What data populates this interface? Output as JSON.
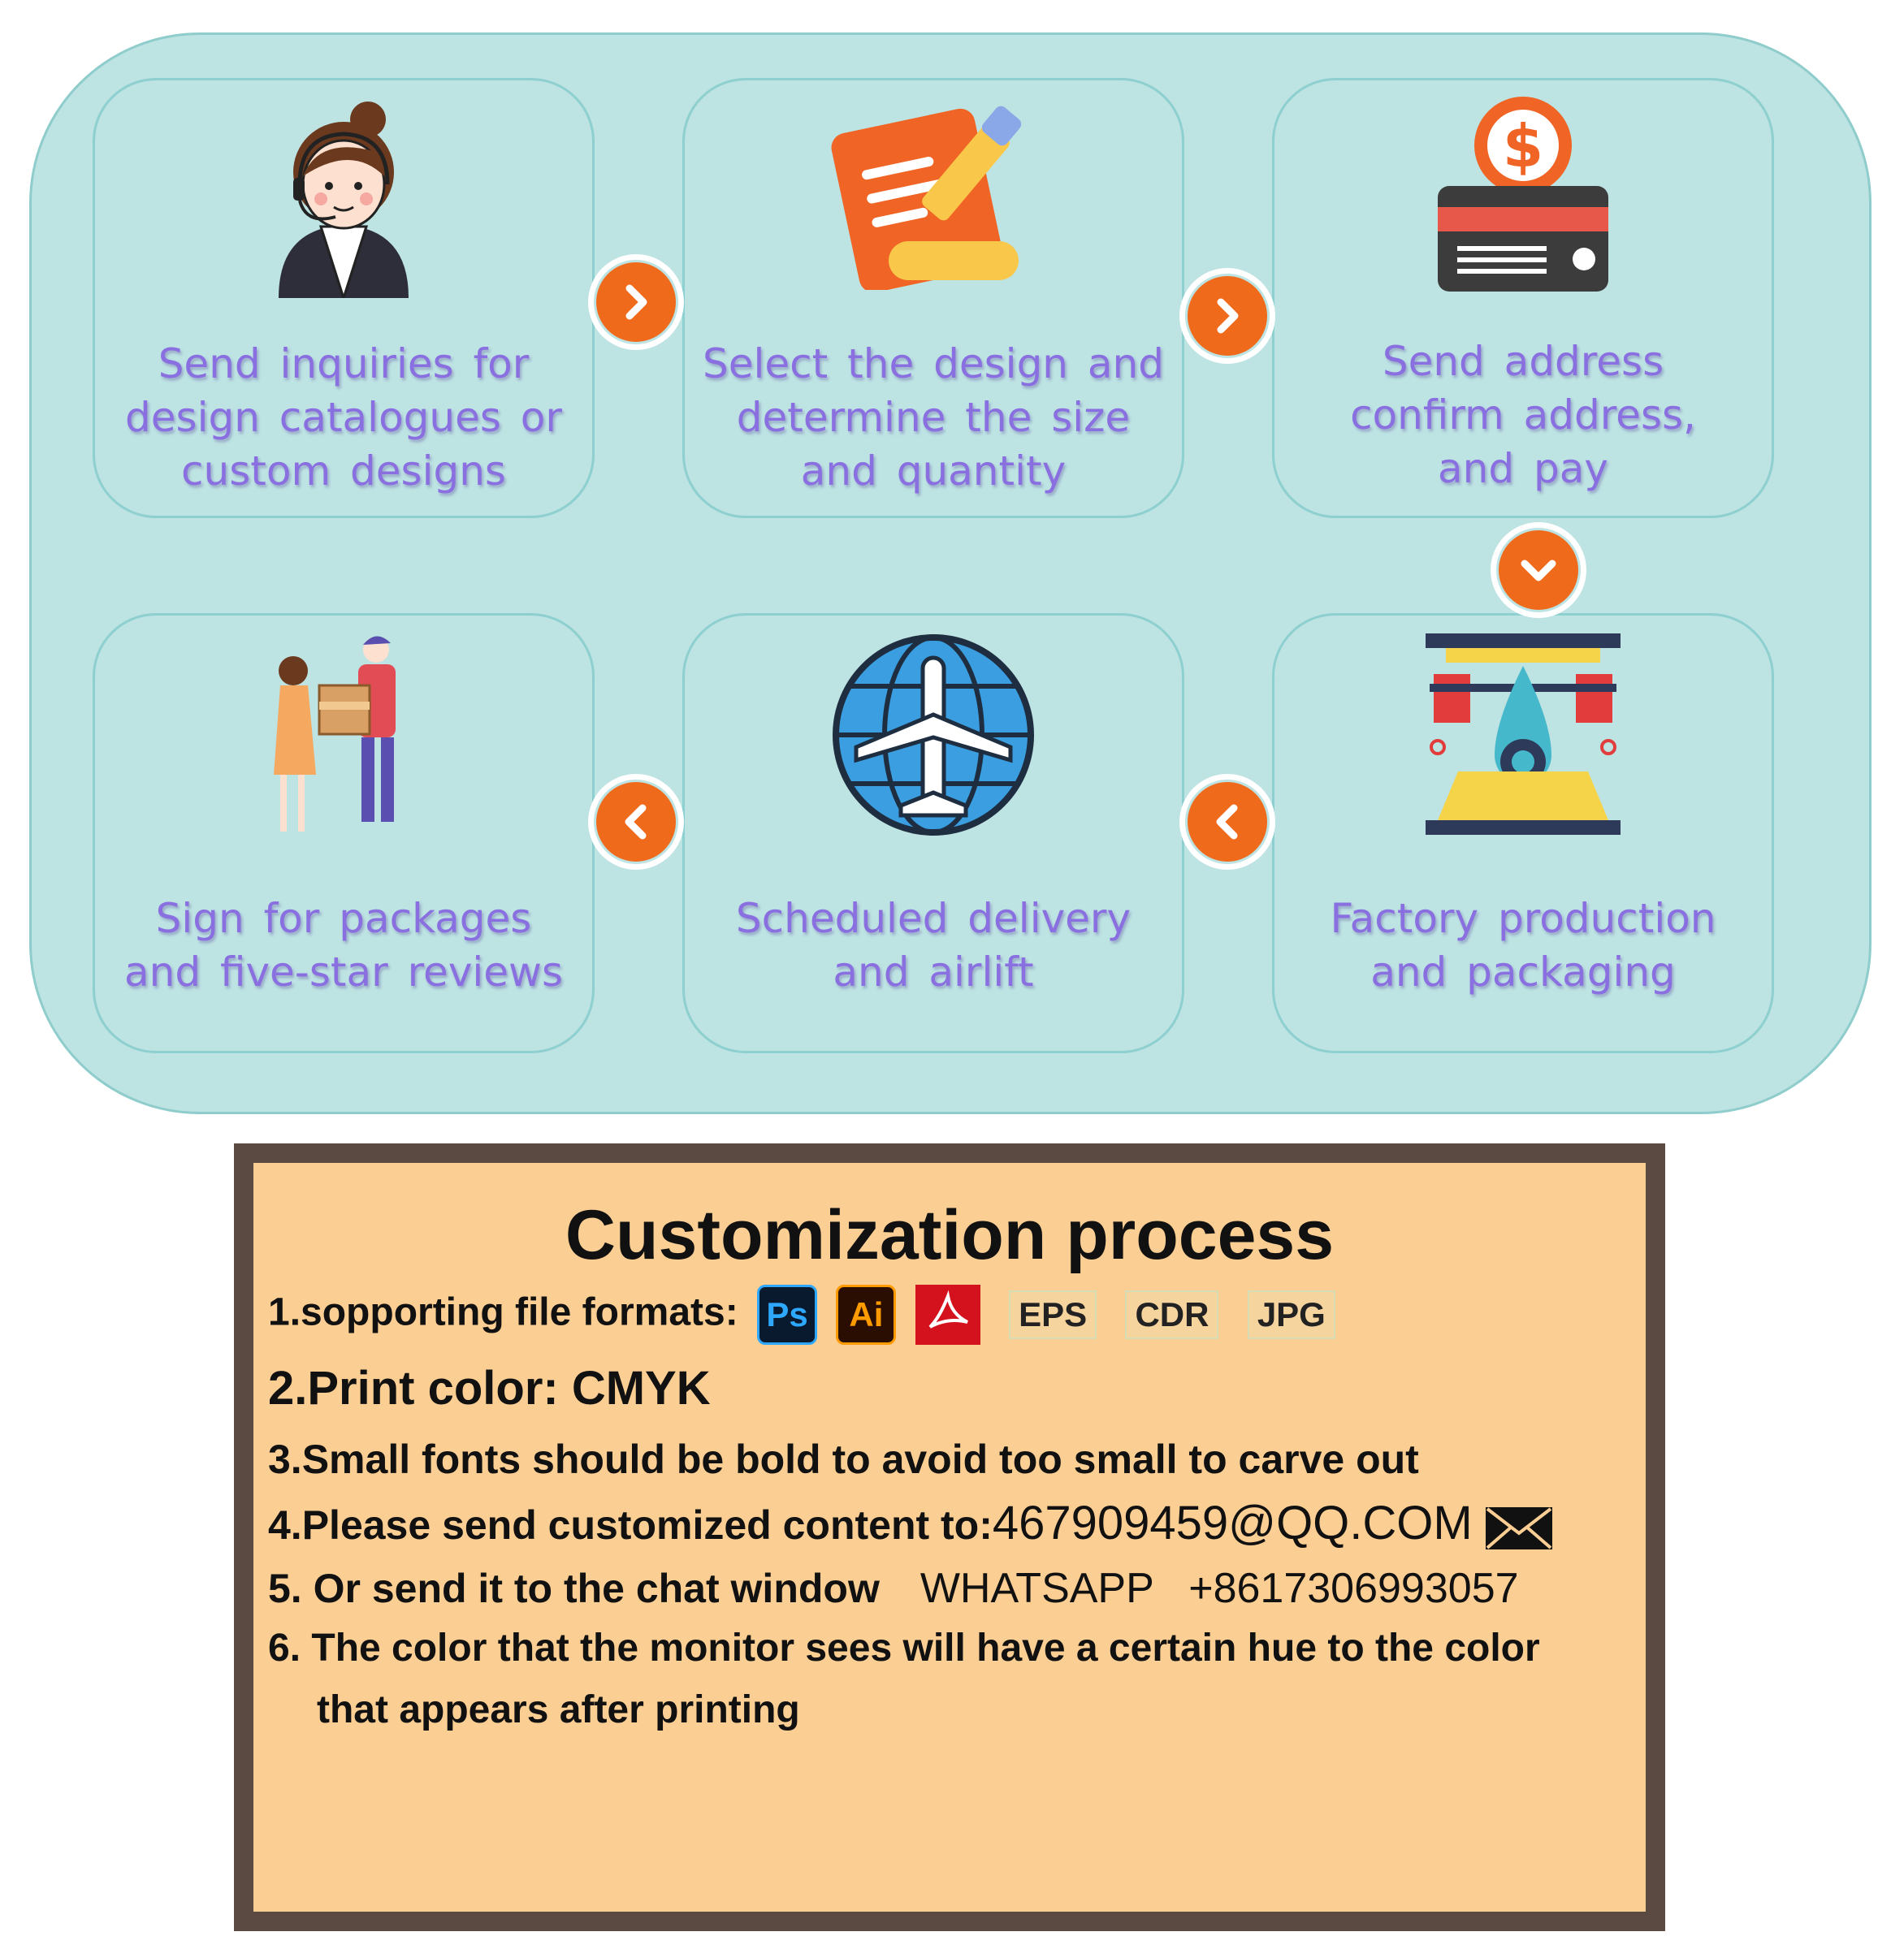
{
  "flow": {
    "steps": [
      {
        "icon": "customer-service-icon",
        "label": "Send inquiries for\ndesign catalogues or\ncustom designs"
      },
      {
        "icon": "design-document-icon",
        "label": "Select the design and\ndetermine the size\nand quantity"
      },
      {
        "icon": "payment-card-icon",
        "label": "Send address\nconfirm address,\nand pay"
      },
      {
        "icon": "delivery-handover-icon",
        "label": "Sign for packages\nand five-star reviews"
      },
      {
        "icon": "globe-airplane-icon",
        "label": "Scheduled delivery\nand airlift"
      },
      {
        "icon": "factory-machine-icon",
        "label": "Factory production\nand packaging"
      }
    ],
    "accent_color": "#f06a1c",
    "label_color": "#8a6fe0"
  },
  "info": {
    "title": "Customization process",
    "line1": "1.sopporting file formats:",
    "formats": [
      "Ps",
      "Ai",
      "EPS",
      "CDR",
      "JPG"
    ],
    "line2": "2.Print color: CMYK",
    "line3": "3.Small fonts should be bold to avoid too small to carve out",
    "line4": "4.Please send customized content to:",
    "email": "467909459@QQ.COM",
    "line5": "5. Or send it to the chat window",
    "whatsapp": "WHATSAPP   +8617306993057",
    "line6a": "6. The color that the monitor sees will have a certain hue to the color",
    "line6b": "that appears after printing"
  }
}
